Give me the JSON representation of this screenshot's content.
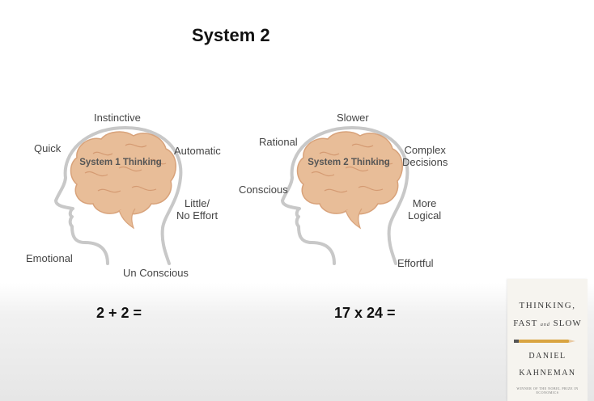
{
  "slide": {
    "title": "System 2",
    "system1": {
      "brain_label": "System 1 Thinking",
      "labels": {
        "instinctive": "Instinctive",
        "quick": "Quick",
        "automatic": "Automatic",
        "little_line1": "Little/",
        "little_line2": "No Effort",
        "emotional": "Emotional",
        "unconscious": "Un Conscious"
      },
      "equation": "2 + 2 ="
    },
    "system2": {
      "brain_label": "System 2 Thinking",
      "labels": {
        "slower": "Slower",
        "rational": "Rational",
        "complex_line1": "Complex",
        "complex_line2": "Decisions",
        "conscious": "Conscious",
        "more_line1": "More",
        "more_line2": "Logical",
        "effortful": "Effortful"
      },
      "equation": "17 x 24 ="
    }
  },
  "book": {
    "title_line1": "THINKING,",
    "title_fast": "FAST",
    "title_and": "and",
    "title_slow": "SLOW",
    "author_line1": "DANIEL",
    "author_line2": "KAHNEMAN",
    "tagline": "WINNER OF THE NOBEL PRIZE IN ECONOMICS"
  },
  "colors": {
    "brain_fill": "#e8bd98",
    "brain_stroke": "#d8a27a",
    "head_outline": "#c8c8c8",
    "text": "#444444"
  }
}
